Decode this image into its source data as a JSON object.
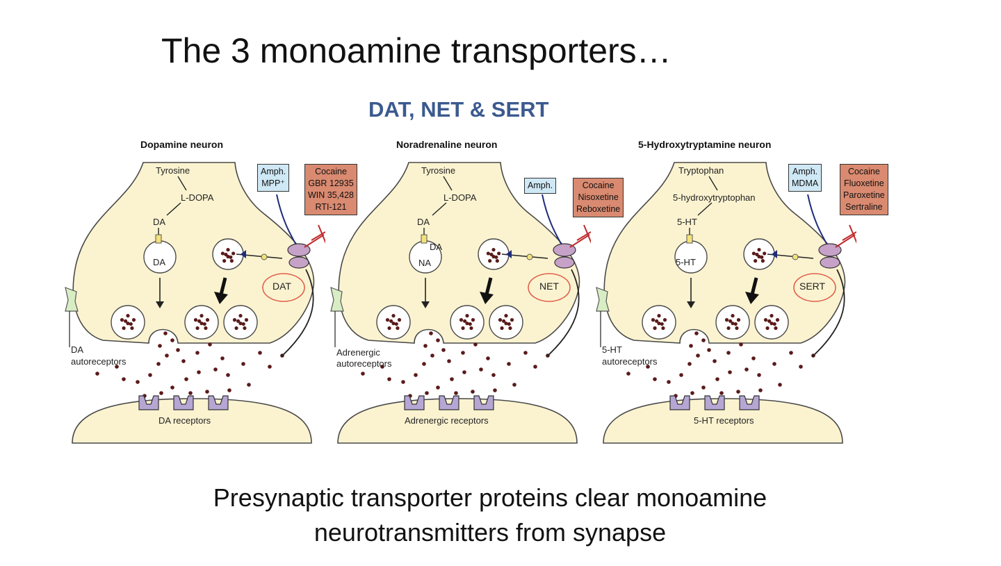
{
  "title": "The 3 monoamine transporters…",
  "subtitle": "DAT, NET & SERT",
  "panels": [
    {
      "heading": "Dopamine neuron",
      "precursor": "Tyrosine",
      "intermediate": "L-DOPA",
      "step3": "DA",
      "vesicle_top": "DA",
      "vesicle_extra": "",
      "transporter": "DAT",
      "substrates": [
        "Amph.",
        "MPP⁺"
      ],
      "inhibitors": [
        "Cocaine",
        "GBR 12935",
        "WIN 35,428",
        "RTI-121"
      ],
      "autoreceptors": [
        "DA",
        "autoreceptors"
      ],
      "receptors": "DA receptors"
    },
    {
      "heading": "Noradrenaline neuron",
      "precursor": "Tyrosine",
      "intermediate": "L-DOPA",
      "step3": "DA",
      "vesicle_top": "DA",
      "vesicle_extra": "NA",
      "transporter": "NET",
      "substrates": [
        "Amph."
      ],
      "inhibitors": [
        "Cocaine",
        "Nisoxetine",
        "Reboxetine"
      ],
      "autoreceptors": [
        "Adrenergic",
        "autoreceptors"
      ],
      "receptors": "Adrenergic receptors"
    },
    {
      "heading": "5-Hydroxytryptamine neuron",
      "precursor": "Tryptophan",
      "intermediate": "5-hydroxytryptophan",
      "step3": "5-HT",
      "vesicle_top": "5-HT",
      "vesicle_extra": "",
      "transporter": "SERT",
      "substrates": [
        "Amph.",
        "MDMA"
      ],
      "inhibitors": [
        "Cocaine",
        "Fluoxetine",
        "Paroxetine",
        "Sertraline"
      ],
      "autoreceptors": [
        "5-HT",
        "autoreceptors"
      ],
      "receptors": "5-HT receptors"
    }
  ],
  "caption": [
    "Presynaptic transporter proteins clear monoamine",
    "neurotransmitters from synapse"
  ],
  "colors": {
    "neuron_fill": "#fbf3d0",
    "neuron_stroke": "#4a4a4a",
    "dot": "#5a1a1a",
    "transporter": "#c7a2c8",
    "receptor": "#b6a6d4",
    "pump_line": "#1f2c7a",
    "inhibit": "#c0282c",
    "ellipse": "#e0604a",
    "title_blue": "#3b5a8f"
  }
}
